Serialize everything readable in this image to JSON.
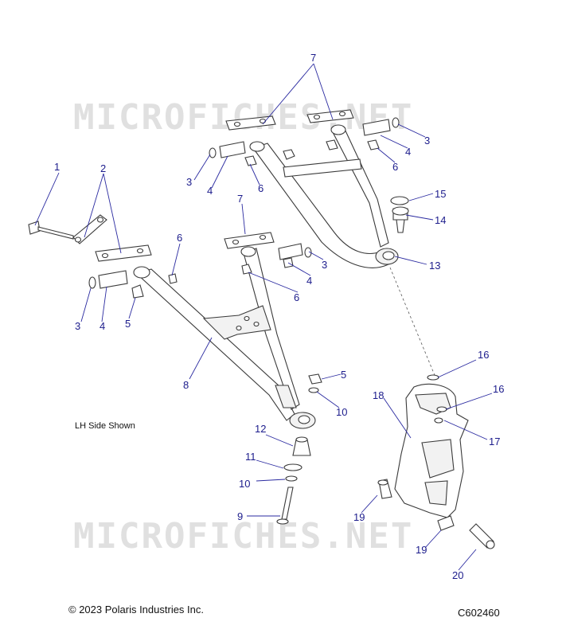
{
  "watermark": "MICROFICHES.NET",
  "note": "LH Side Shown",
  "copyright": "© 2023 Polaris Industries Inc.",
  "figure_code": "C602460",
  "callouts": {
    "c1": "1",
    "c2": "2",
    "c3a": "3",
    "c3b": "3",
    "c3c": "3",
    "c3d": "3",
    "c4a": "4",
    "c4b": "4",
    "c4c": "4",
    "c4d": "4",
    "c5a": "5",
    "c5b": "5",
    "c6a": "6",
    "c6b": "6",
    "c6c": "6",
    "c6d": "6",
    "c7a": "7",
    "c7b": "7",
    "c8": "8",
    "c9": "9",
    "c10a": "10",
    "c10b": "10",
    "c11": "11",
    "c12": "12",
    "c13": "13",
    "c14": "14",
    "c15": "15",
    "c16a": "16",
    "c16b": "16",
    "c17": "17",
    "c18": "18",
    "c19a": "19",
    "c19b": "19",
    "c20": "20"
  }
}
